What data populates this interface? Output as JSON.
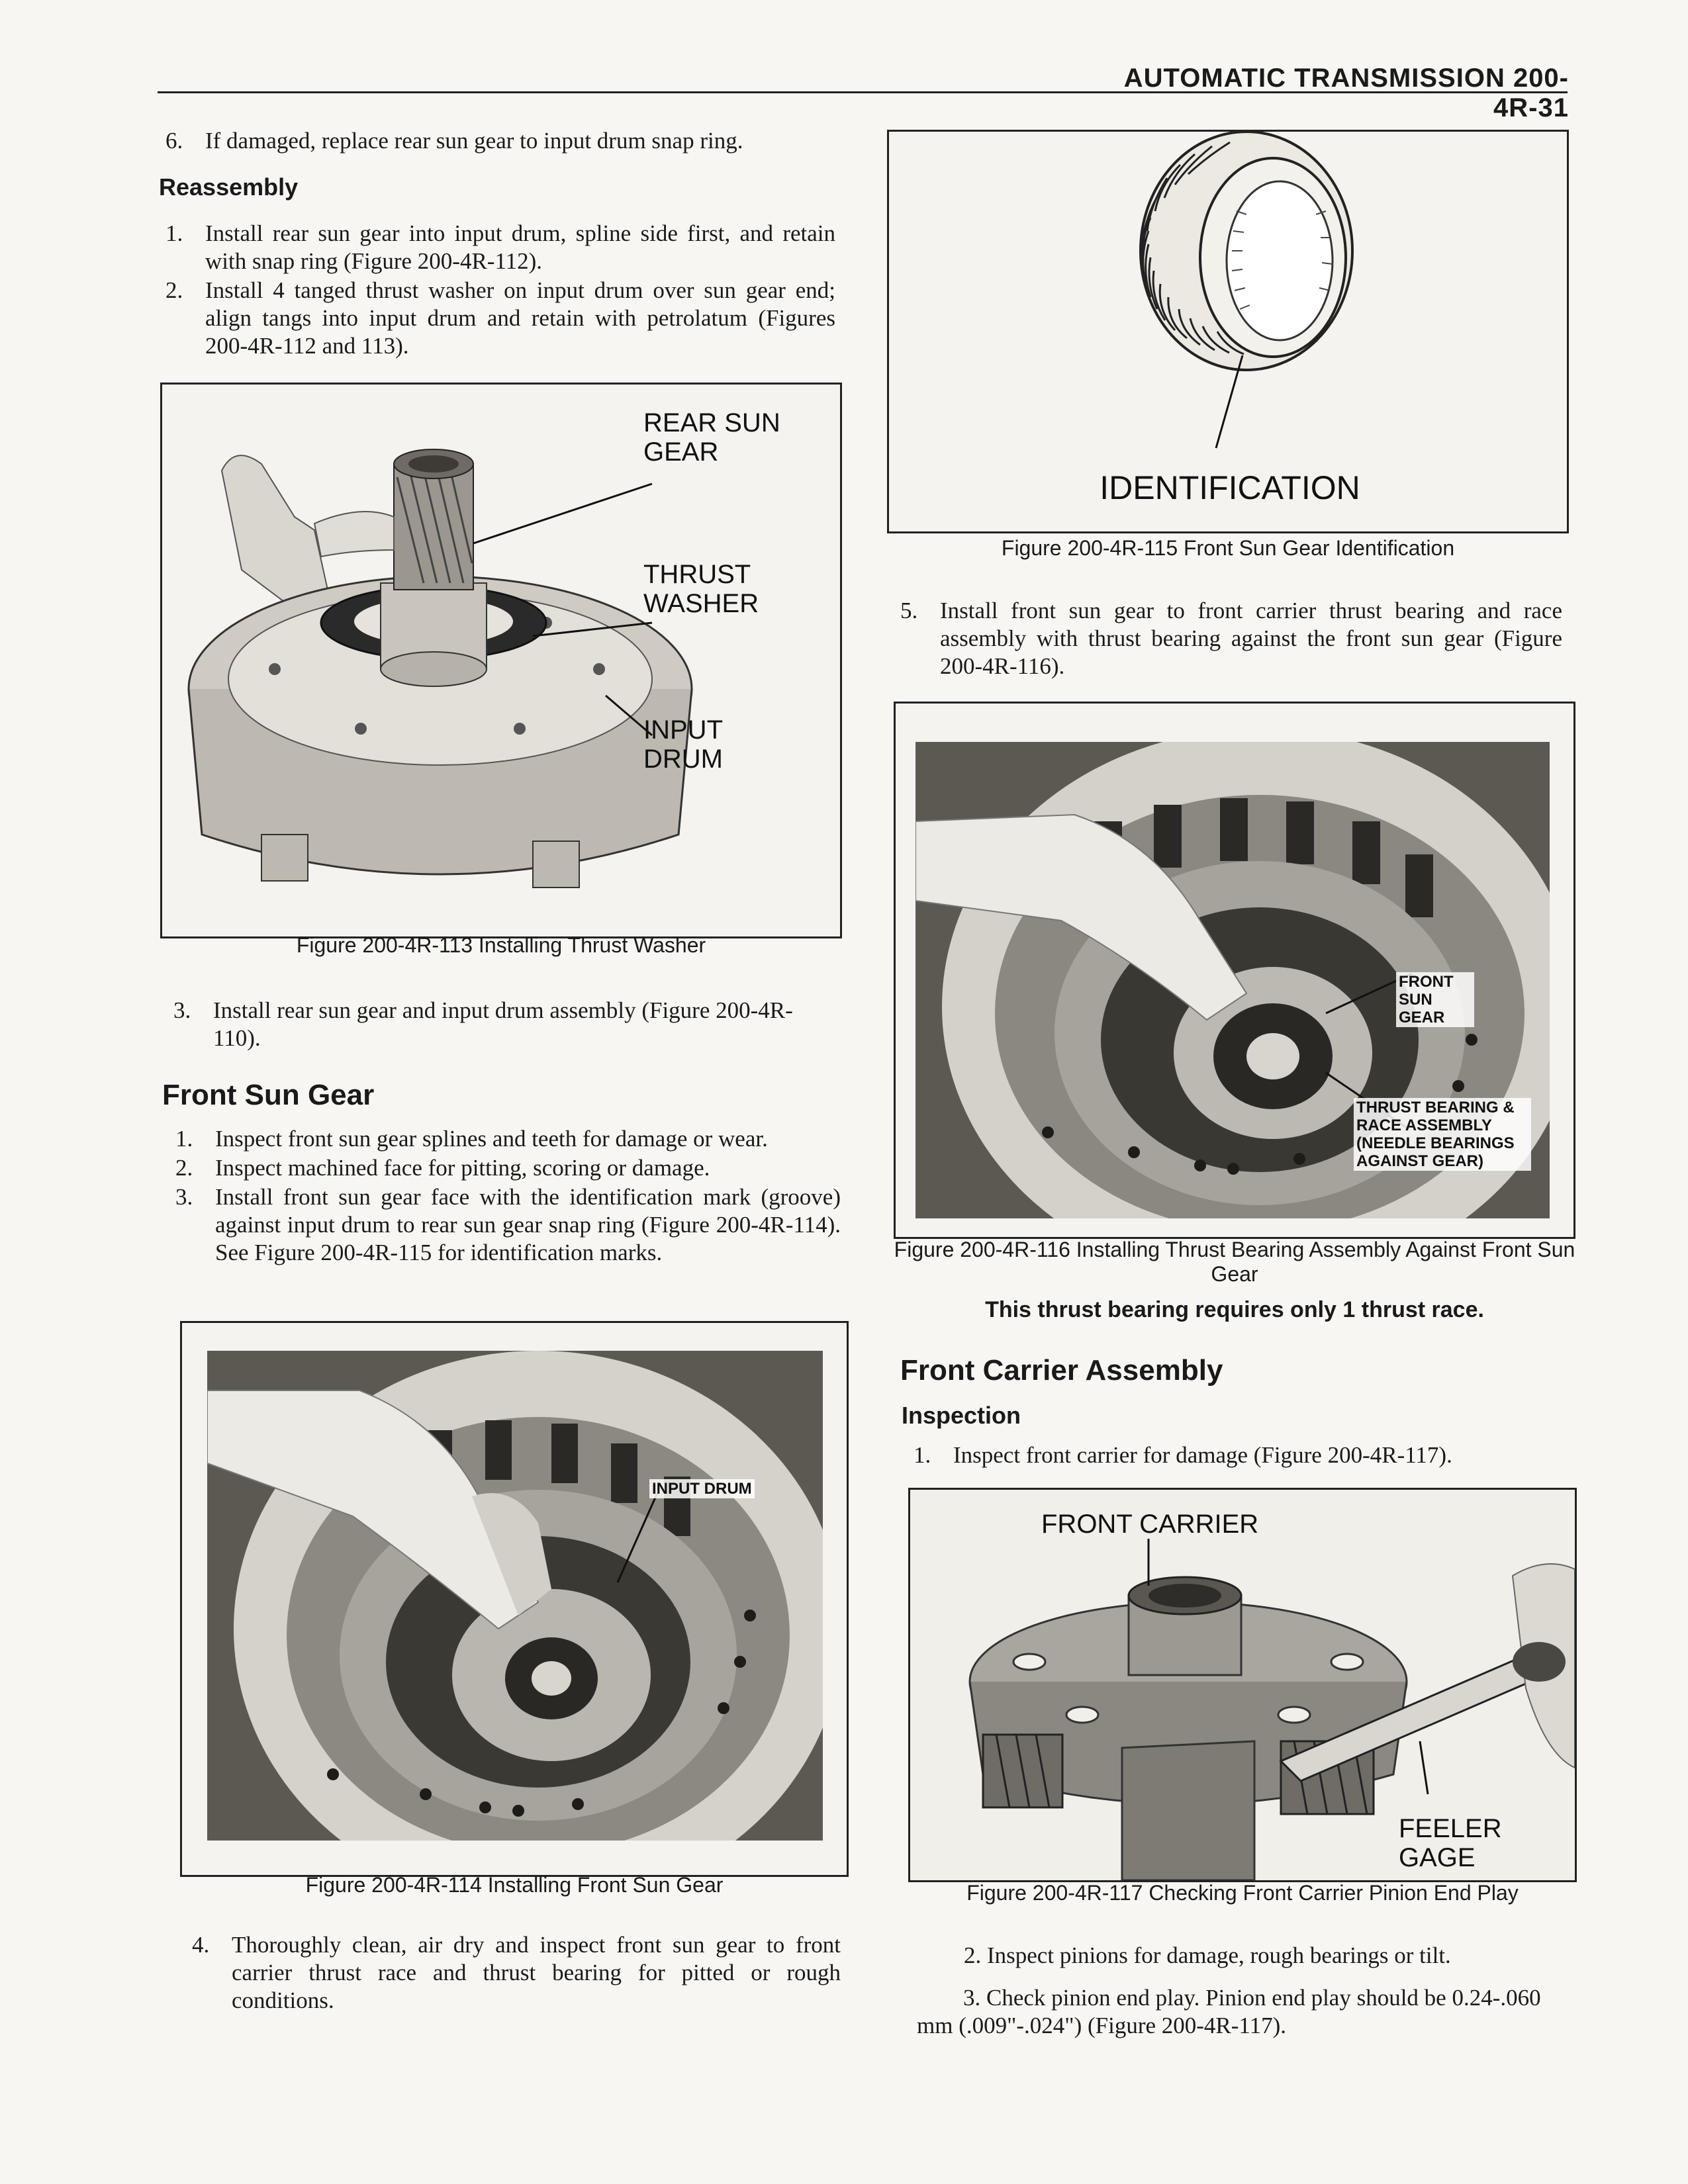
{
  "header": {
    "title": "AUTOMATIC TRANSMISSION 200-4R-31"
  },
  "left": {
    "step6": {
      "num": "6.",
      "text": "If damaged, replace rear sun gear to input drum snap ring."
    },
    "reassembly_heading": "Reassembly",
    "reassembly": [
      {
        "num": "1.",
        "text": "Install rear sun gear into input drum, spline side first, and retain with snap ring (Figure 200-4R-112)."
      },
      {
        "num": "2.",
        "text": "Install 4 tanged thrust washer on input drum over sun gear end; align tangs into input drum and retain with petrolatum (Figures 200-4R-112 and 113)."
      }
    ],
    "fig113": {
      "labels": {
        "rear_sun_gear": "REAR SUN GEAR",
        "thrust_washer": "THRUST WASHER",
        "input_drum": "INPUT DRUM"
      },
      "caption": "Figure 200-4R-113 Installing Thrust Washer"
    },
    "step3": {
      "num": "3.",
      "text": "Install rear sun gear and input drum assembly (Figure 200-4R-110)."
    },
    "front_sun_gear_heading": "Front Sun Gear",
    "front_sun_gear": [
      {
        "num": "1.",
        "text": "Inspect front sun gear splines and teeth for damage or wear."
      },
      {
        "num": "2.",
        "text": "Inspect machined face for pitting, scoring or damage."
      },
      {
        "num": "3.",
        "text": "Install front sun gear face with the identification mark (groove) against input drum to rear sun gear snap ring (Figure 200-4R-114). See Figure 200-4R-115 for identification marks."
      }
    ],
    "fig114": {
      "label": "INPUT DRUM",
      "caption": "Figure 200-4R-114 Installing Front Sun Gear"
    },
    "step4": {
      "num": "4.",
      "text": "Thoroughly clean, air dry and inspect front sun gear to front carrier thrust race and thrust bearing for pitted or rough conditions."
    }
  },
  "right": {
    "fig115": {
      "label": "IDENTIFICATION",
      "caption": "Figure 200-4R-115 Front Sun Gear Identification"
    },
    "step5": {
      "num": "5.",
      "text": "Install front sun gear to front carrier thrust bearing and race assembly with thrust bearing against the front sun gear (Figure 200-4R-116)."
    },
    "fig116": {
      "labels": {
        "front_sun_gear": "FRONT SUN GEAR",
        "thrust_bearing": "THRUST BEARING & RACE ASSEMBLY (NEEDLE BEARINGS AGAINST GEAR)"
      },
      "caption": "Figure 200-4R-116 Installing Thrust Bearing Assembly Against Front Sun Gear"
    },
    "note": "This thrust bearing requires only 1 thrust race.",
    "front_carrier_heading": "Front Carrier Assembly",
    "inspection_heading": "Inspection",
    "inspection_step1": {
      "num": "1.",
      "text": "Inspect front carrier for damage (Figure 200-4R-117)."
    },
    "fig117": {
      "labels": {
        "front_carrier": "FRONT CARRIER",
        "feeler_gage": "FEELER GAGE"
      },
      "caption": "Figure 200-4R-117 Checking Front Carrier Pinion End Play"
    },
    "inspection_step2": "2. Inspect pinions for damage, rough bearings or tilt.",
    "inspection_step3": "3. Check pinion end play. Pinion end play should be 0.24-.060 mm (.009\"-.024\") (Figure 200-4R-117)."
  }
}
